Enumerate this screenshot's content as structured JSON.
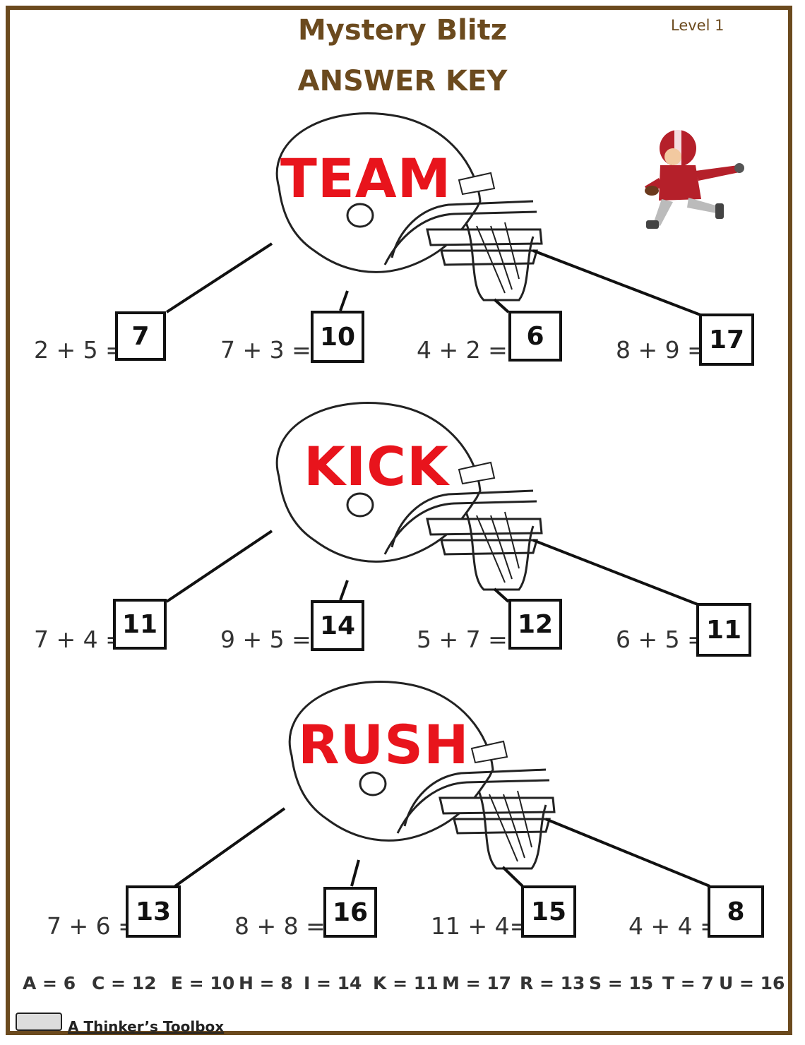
{
  "header": {
    "title": "Mystery Blitz",
    "subtitle": "ANSWER KEY",
    "level": "Level 1"
  },
  "puzzles": [
    {
      "word": "TEAM",
      "problems": [
        {
          "equation": "2 + 5 =",
          "answer": "7"
        },
        {
          "equation": "7 + 3 =",
          "answer": "10"
        },
        {
          "equation": "4 + 2 =",
          "answer": "6"
        },
        {
          "equation": "8 + 9 =",
          "answer": "17"
        }
      ]
    },
    {
      "word": "KICK",
      "problems": [
        {
          "equation": "7 + 4 =",
          "answer": "11"
        },
        {
          "equation": "9 + 5 =",
          "answer": "14"
        },
        {
          "equation": "5 + 7 =",
          "answer": "12"
        },
        {
          "equation": "6 + 5 =",
          "answer": "11"
        }
      ]
    },
    {
      "word": "RUSH",
      "problems": [
        {
          "equation": "7 + 6 =",
          "answer": "13"
        },
        {
          "equation": "8 + 8 =",
          "answer": "16"
        },
        {
          "equation": "11 + 4=",
          "answer": "15"
        },
        {
          "equation": "4 + 4 =",
          "answer": "8"
        }
      ]
    }
  ],
  "key": [
    "A = 6",
    "C = 12",
    "E = 10",
    "H = 8",
    "I = 14",
    "K = 11",
    "M = 17",
    "R = 13",
    "S = 15",
    "T = 7",
    "U = 16"
  ],
  "footer": {
    "credit": "A Thinker’s Toolbox"
  },
  "icons": {
    "helmet": "football-helmet-icon",
    "player": "football-player-icon",
    "license": "creative-commons-icon"
  },
  "colors": {
    "frame": "#6b4a1e",
    "word": "#e8141c"
  }
}
